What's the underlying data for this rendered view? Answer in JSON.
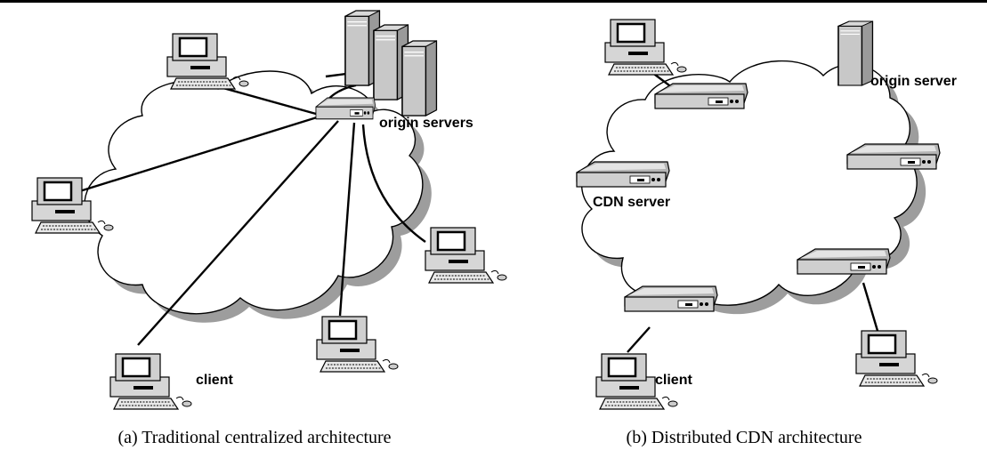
{
  "panel_a": {
    "label_origin_servers": "origin servers",
    "label_client": "client",
    "caption": "(a) Traditional centralized architecture"
  },
  "panel_b": {
    "label_origin_server": "origin server",
    "label_cdn_server": "CDN server",
    "label_client": "client",
    "caption": "(b) Distributed CDN architecture"
  }
}
